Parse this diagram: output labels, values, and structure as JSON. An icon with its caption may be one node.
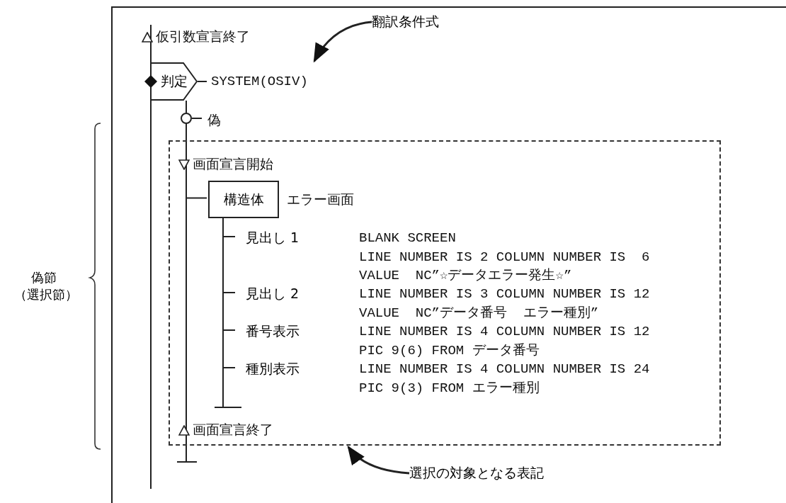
{
  "diagram": {
    "nodes": [
      {
        "text": [
          "仮引数宣言終了"
        ]
      },
      {
        "text": [
          "判定"
        ],
        "beside": [
          "SYSTEM(OSIV)"
        ]
      },
      {
        "text": [],
        "shape": "circle",
        "beside": [
          "偽"
        ]
      },
      {
        "text": [],
        "shape": "box"
      },
      {
        "text": [
          "画面宣言開始"
        ],
        "in": 3
      },
      {
        "text": [
          "構造体"
        ],
        "beside": [
          "エラー画面"
        ],
        "in": 3
      },
      {
        "text": [
          "見出し 1"
        ],
        "beside": [
          "BLANK SCREEN",
          "LINE NUMBER IS 2 COLUMN NUMBER IS  6",
          "VALUE  NC”☆データエラー発生☆”"
        ],
        "in": 3
      },
      {
        "text": [
          "見出し 2"
        ],
        "beside": [
          "LINE NUMBER IS 3 COLUMN NUMBER IS 12",
          "VALUE  NC”データ番号  エラー種別”"
        ],
        "in": 3
      },
      {
        "text": [
          "番号表示"
        ],
        "beside": [
          "LINE NUMBER IS 4 COLUMN NUMBER IS 12",
          "PIC 9(6) FROM データ番号"
        ],
        "in": 3
      },
      {
        "text": [
          "種別表示"
        ],
        "beside": [
          "LINE NUMBER IS 4 COLUMN NUMBER IS 24",
          "PIC 9(3) FROM エラー種別"
        ],
        "in": 3
      },
      {
        "text": [
          "画面宣言終了"
        ],
        "in": 3
      },
      {
        "text": [
          "翻訳条件式"
        ]
      },
      {
        "text": [
          "選択の対象となる表記"
        ]
      }
    ],
    "edges": [
      {
        "from": 0,
        "to": 1,
        "arrow": "none"
      },
      {
        "from": 1,
        "to": 2,
        "arrow": "none"
      },
      {
        "from": 2,
        "to": 4,
        "arrow": "none"
      },
      {
        "from": 4,
        "to": 5,
        "arrow": "none"
      },
      {
        "from": 5,
        "to": 6,
        "arrow": "none"
      },
      {
        "from": 5,
        "to": 7,
        "arrow": "none"
      },
      {
        "from": 5,
        "to": 8,
        "arrow": "none"
      },
      {
        "from": 5,
        "to": 9,
        "arrow": "none"
      },
      {
        "from": 4,
        "to": 10,
        "arrow": "none"
      },
      {
        "from": 11,
        "to": 1,
        "arrow": "to"
      },
      {
        "from": 12,
        "to": 3,
        "arrow": "to"
      }
    ],
    "labels": [
      "偽節",
      "（選択節）"
    ]
  }
}
